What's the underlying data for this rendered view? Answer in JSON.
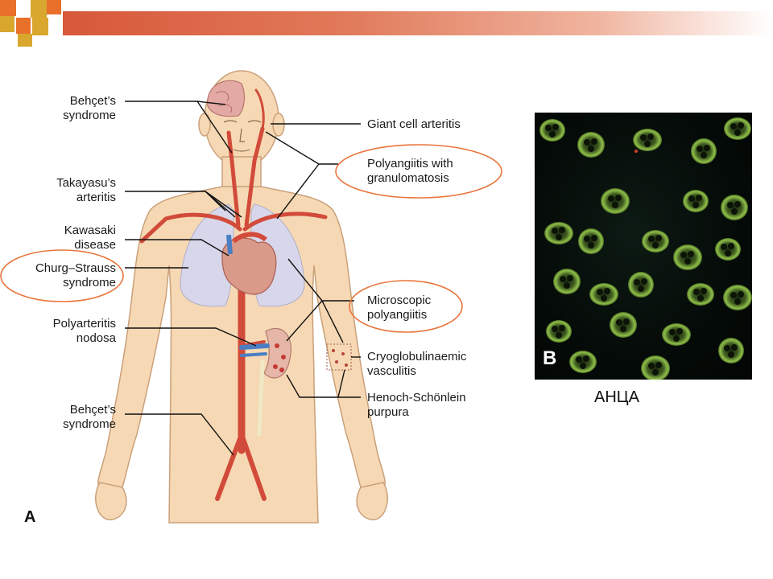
{
  "labels_left": [
    {
      "id": "behcet-head",
      "text": "Behçet’s\nsyndrome"
    },
    {
      "id": "takayasu",
      "text": "Takayasu’s\narteritis"
    },
    {
      "id": "kawasaki",
      "text": "Kawasaki\ndisease"
    },
    {
      "id": "churg-strauss",
      "text": "Churg–Strauss\nsyndrome"
    },
    {
      "id": "polyarteritis",
      "text": "Polyarteritis\nnodosa"
    },
    {
      "id": "behcet-pelvis",
      "text": "Behçet’s\nsyndrome"
    }
  ],
  "labels_right": [
    {
      "id": "giant-cell",
      "text": "Giant cell arteritis"
    },
    {
      "id": "gpa",
      "text": "Polyangiitis with\ngranulomatosis"
    },
    {
      "id": "mpa",
      "text": "Microscopic\npolyangiitis"
    },
    {
      "id": "cryo",
      "text": "Cryoglobulinaemic\nvasculitis"
    },
    {
      "id": "hsp",
      "text": "Henoch-Schönlein\npurpura"
    }
  ],
  "panel_a_letter": "A",
  "panel_b_letter": "B",
  "caption": "АНЦА",
  "colors": {
    "header_accent": "#d8583a",
    "square_orange": "#e8702a",
    "square_gold": "#d9a62e",
    "skin": "#f6d9b4",
    "artery": "#d24b3a",
    "vein": "#4a7fc4",
    "lung": "#d8d6ea",
    "circle": "#e8753a",
    "cell_glow": "#8fbf4a"
  }
}
